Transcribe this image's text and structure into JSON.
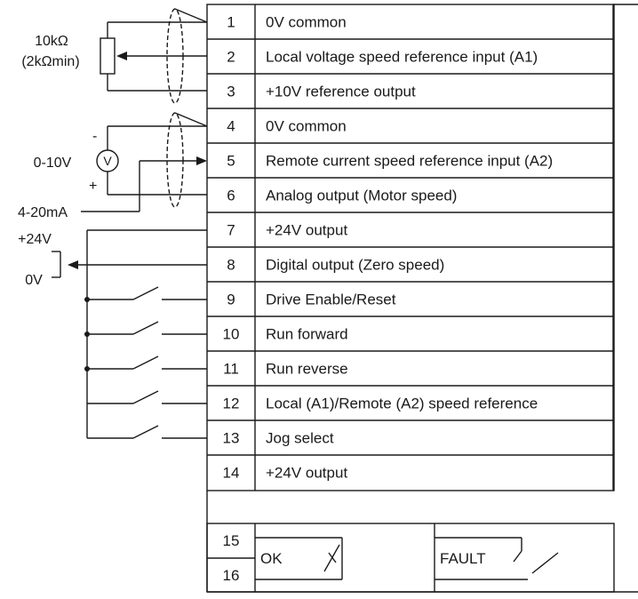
{
  "terminals": [
    {
      "num": "1",
      "label": "0V common"
    },
    {
      "num": "2",
      "label": "Local voltage speed reference input (A1)"
    },
    {
      "num": "3",
      "label": "+10V reference output"
    },
    {
      "num": "4",
      "label": "0V common"
    },
    {
      "num": "5",
      "label": "Remote current speed reference input (A2)"
    },
    {
      "num": "6",
      "label": "Analog output (Motor speed)"
    },
    {
      "num": "7",
      "label": "+24V output"
    },
    {
      "num": "8",
      "label": "Digital output (Zero speed)"
    },
    {
      "num": "9",
      "label": "Drive Enable/Reset"
    },
    {
      "num": "10",
      "label": "Run forward"
    },
    {
      "num": "11",
      "label": "Run reverse"
    },
    {
      "num": "12",
      "label": "Local (A1)/Remote (A2) speed reference"
    },
    {
      "num": "13",
      "label": "Jog select"
    },
    {
      "num": "14",
      "label": "+24V output"
    }
  ],
  "relay_terminals": {
    "top": "15",
    "bottom": "16"
  },
  "relays": {
    "ok_label": "OK",
    "fault_label": "FAULT"
  },
  "external": {
    "pot_value": "10kΩ",
    "pot_min": "(2kΩmin)",
    "voltage_range": "0-10V",
    "voltmeter_symbol": "V",
    "minus": "-",
    "plus": "+",
    "current_range": "4-20mA",
    "supply_24v": "+24V",
    "zero_v": "0V"
  }
}
